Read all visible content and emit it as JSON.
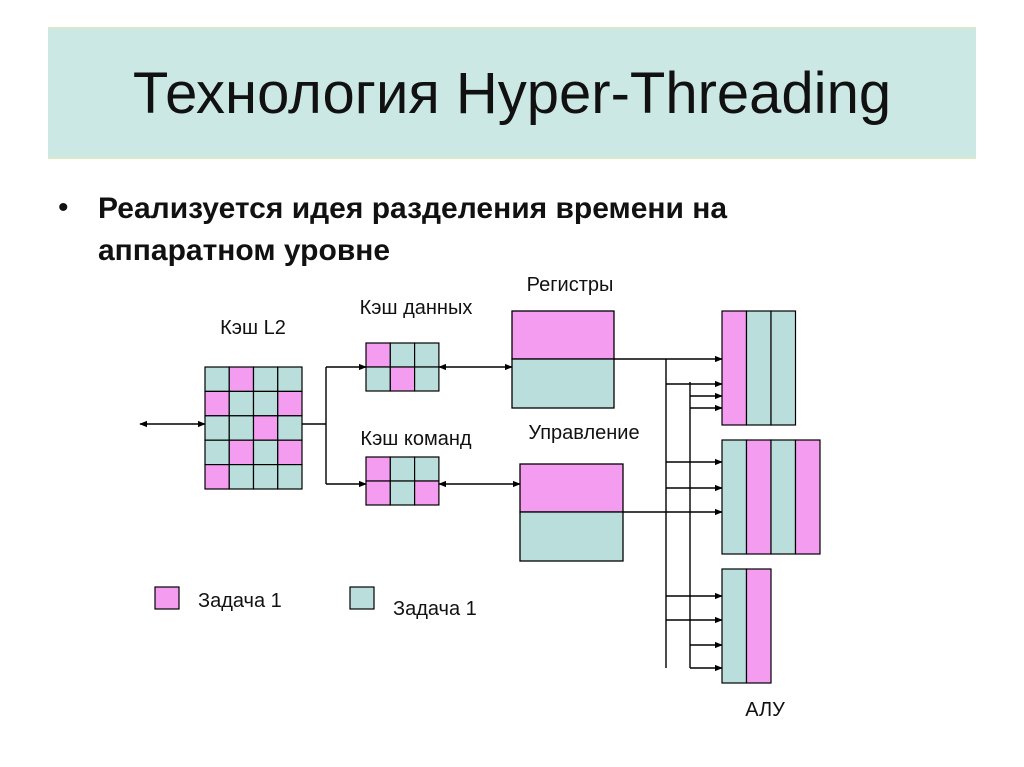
{
  "slide": {
    "title": "Технология Hyper-Threading",
    "bullet": "Реализуется идея разделения времени на аппаратном уровне"
  },
  "diagram": {
    "labels": {
      "cache_l2": "Кэш L2",
      "data_cache": "Кэш данных",
      "instruction_cache": "Кэш команд",
      "registers": "Регистры",
      "control": "Управление",
      "alu": "АЛУ"
    },
    "legend": [
      {
        "label": "Задача 1",
        "color": "#f49cf0"
      },
      {
        "label": "Задача 1",
        "color": "#b9dedc"
      }
    ],
    "grids": {
      "cache_l2": [
        [
          "t",
          "p",
          "t",
          "t"
        ],
        [
          "p",
          "t",
          "t",
          "p"
        ],
        [
          "t",
          "t",
          "p",
          "t"
        ],
        [
          "t",
          "p",
          "t",
          "p"
        ],
        [
          "p",
          "t",
          "t",
          "t"
        ]
      ],
      "data_cache": [
        [
          "p",
          "t",
          "t"
        ],
        [
          "t",
          "p",
          "t"
        ]
      ],
      "instruction_cache": [
        [
          "p",
          "t",
          "t"
        ],
        [
          "p",
          "t",
          "p"
        ]
      ]
    },
    "alu_units": [
      [
        "p",
        "t",
        "t"
      ],
      [
        "t",
        "p",
        "t",
        "p"
      ],
      [
        "t",
        "p"
      ]
    ]
  },
  "colors": {
    "task_pink": "#f49cf0",
    "task_teal": "#b9dedc",
    "title_bg": "#cbe8e4",
    "title_border": "#d9e9c9"
  }
}
